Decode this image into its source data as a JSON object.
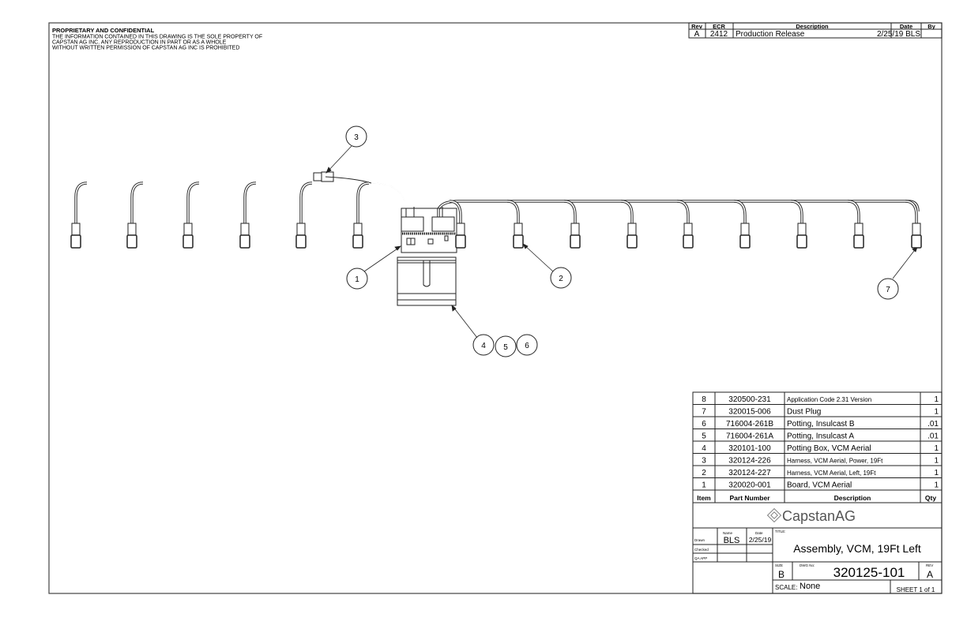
{
  "notice": {
    "heading": "PROPRIETARY AND CONFIDENTIAL",
    "lines": [
      "THE INFORMATION CONTAINED IN THIS DRAWING IS THE SOLE PROPERTY OF",
      "CAPSTAN AG INC. ANY REPRODUCTION IN PART OR AS A WHOLE",
      "WITHOUT WRITTEN PERMISSION OF CAPSTAN AG INC IS PROHIBITED"
    ]
  },
  "revision_table": {
    "headers": [
      "Rev",
      "ECR",
      "Description",
      "Date",
      "By"
    ],
    "rows": [
      {
        "rev": "A",
        "ecr": "2412",
        "description": "Production Release",
        "date": "2/25/19 BLS",
        "by": ""
      }
    ]
  },
  "balloons": [
    "1",
    "2",
    "3",
    "4",
    "5",
    "6",
    "7"
  ],
  "bom": {
    "headers": [
      "Item",
      "Part Number",
      "Description",
      "Qty"
    ],
    "rows": [
      {
        "item": "8",
        "part": "320500-231",
        "desc": "Application Code 2.31 Version",
        "qty": "1"
      },
      {
        "item": "7",
        "part": "320015-006",
        "desc": "Dust Plug",
        "qty": "1"
      },
      {
        "item": "6",
        "part": "716004-261B",
        "desc": "Potting, Insulcast B",
        "qty": ".01"
      },
      {
        "item": "5",
        "part": "716004-261A",
        "desc": "Potting, Insulcast A",
        "qty": ".01"
      },
      {
        "item": "4",
        "part": "320101-100",
        "desc": "Potting Box, VCM Aerial",
        "qty": "1"
      },
      {
        "item": "3",
        "part": "320124-226",
        "desc": "Harness, VCM Aerial, Power, 19Ft",
        "qty": "1"
      },
      {
        "item": "2",
        "part": "320124-227",
        "desc": "Harness, VCM Aerial, Left, 19Ft",
        "qty": "1"
      },
      {
        "item": "1",
        "part": "320020-001",
        "desc": "Board, VCM Aerial",
        "qty": "1"
      }
    ]
  },
  "title_block": {
    "logo": "CapstanAG",
    "name_label": "Name",
    "date_label": "Date",
    "drawn_label": "Drawn",
    "checked_label": "Checked",
    "qa_label": "QA APP",
    "drawn_name": "BLS",
    "drawn_date": "2/25/19",
    "title_label": "TITLE:",
    "title": "Assembly, VCM, 19Ft Left",
    "size_label": "SIZE",
    "size": "B",
    "dwg_label": "DWG No:",
    "dwg_no": "320125-101",
    "rev_label": "REV",
    "rev": "A",
    "scale_label": "SCALE:",
    "scale": "None",
    "sheet": "SHEET 1 of 1"
  }
}
